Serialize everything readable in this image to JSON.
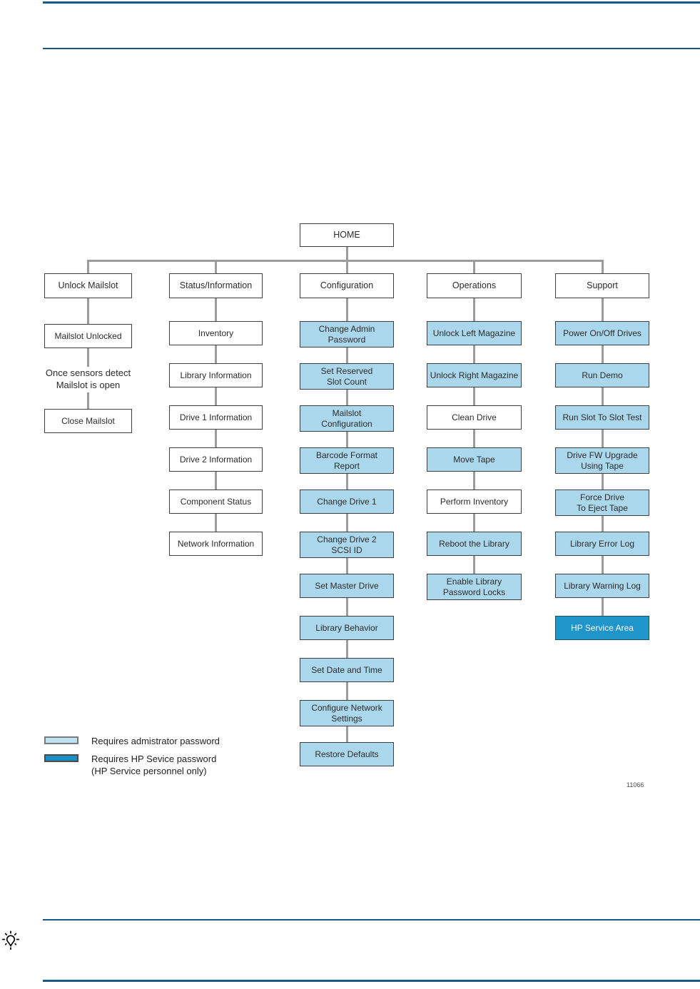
{
  "figure_number": "11066",
  "colors": {
    "admin_fill": "#abd7ec",
    "service_fill": "#2095c9",
    "rule_blue": "#175a87",
    "connector_gray": "#9c9c9c",
    "legend_admin_fill": "#bfe2f1",
    "legend_service_fill": "#1b8fc4"
  },
  "tree": {
    "root_label": "HOME",
    "columns": [
      {
        "title": "Unlock Mailslot",
        "nodes": [
          {
            "label": "Mailslot Unlocked",
            "style": "plain"
          },
          {
            "label": "Once sensors detect\nMailslot is open",
            "style": "note"
          },
          {
            "label": "Close Mailslot",
            "style": "plain"
          }
        ]
      },
      {
        "title": "Status/Information",
        "nodes": [
          {
            "label": "Inventory",
            "style": "plain"
          },
          {
            "label": "Library Information",
            "style": "plain"
          },
          {
            "label": "Drive 1 Information",
            "style": "plain"
          },
          {
            "label": "Drive 2 Information",
            "style": "plain"
          },
          {
            "label": "Component Status",
            "style": "plain"
          },
          {
            "label": "Network Information",
            "style": "plain"
          }
        ]
      },
      {
        "title": "Configuration",
        "nodes": [
          {
            "label": "Change Admin\nPassword",
            "style": "admin"
          },
          {
            "label": "Set Reserved\nSlot Count",
            "style": "admin"
          },
          {
            "label": "Mailslot\nConfiguration",
            "style": "admin"
          },
          {
            "label": "Barcode Format\nReport",
            "style": "admin"
          },
          {
            "label": "Change Drive 1",
            "style": "admin"
          },
          {
            "label": "Change Drive 2\nSCSI ID",
            "style": "admin"
          },
          {
            "label": "Set Master Drive",
            "style": "admin"
          },
          {
            "label": "Library Behavior",
            "style": "admin"
          },
          {
            "label": "Set Date and Time",
            "style": "admin"
          },
          {
            "label": "Configure Network\nSettings",
            "style": "admin"
          },
          {
            "label": "Restore Defaults",
            "style": "admin"
          }
        ]
      },
      {
        "title": "Operations",
        "nodes": [
          {
            "label": "Unlock Left Magazine",
            "style": "admin"
          },
          {
            "label": "Unlock Right Magazine",
            "style": "admin"
          },
          {
            "label": "Clean Drive",
            "style": "plain"
          },
          {
            "label": "Move Tape",
            "style": "admin"
          },
          {
            "label": "Perform Inventory",
            "style": "plain"
          },
          {
            "label": "Reboot the Library",
            "style": "admin"
          },
          {
            "label": "Enable Library\nPassword Locks",
            "style": "admin"
          }
        ]
      },
      {
        "title": "Support",
        "nodes": [
          {
            "label": "Power On/Off Drives",
            "style": "admin"
          },
          {
            "label": "Run Demo",
            "style": "admin"
          },
          {
            "label": "Run Slot To Slot Test",
            "style": "admin"
          },
          {
            "label": "Drive FW Upgrade\nUsing Tape",
            "style": "admin"
          },
          {
            "label": "Force Drive\nTo Eject Tape",
            "style": "admin"
          },
          {
            "label": "Library Error Log",
            "style": "admin"
          },
          {
            "label": "Library Warning Log",
            "style": "admin"
          },
          {
            "label": "HP Service Area",
            "style": "service"
          }
        ]
      }
    ]
  },
  "legend": {
    "admin_label": "Requires admistrator password",
    "service_label": "Requires HP Sevice password",
    "service_sub": "(HP Service personnel only)"
  }
}
